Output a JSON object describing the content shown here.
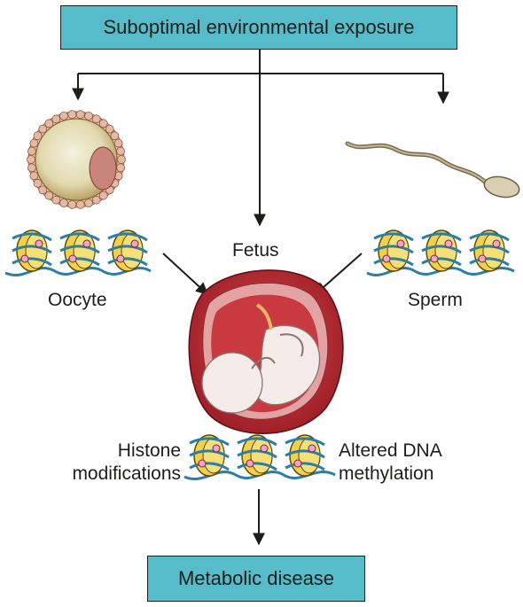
{
  "top_box": {
    "label": "Suboptimal environmental exposure"
  },
  "bottom_box": {
    "label": "Metabolic disease"
  },
  "labels": {
    "oocyte": "Oocyte",
    "sperm": "Sperm",
    "fetus": "Fetus",
    "histone_line1": "Histone",
    "histone_line2": "modifications",
    "dna_line1": "Altered DNA",
    "dna_line2": "methylation"
  },
  "colors": {
    "box_fill": "#56bcc9",
    "arrow": "#1d1d1b",
    "nucleosome": "#f3d04c",
    "dna_strand": "#2b7fa4",
    "methyl_mark": "#f3a6c2",
    "uterus": "#b5242e",
    "fetus_skin": "#f5ecea"
  }
}
